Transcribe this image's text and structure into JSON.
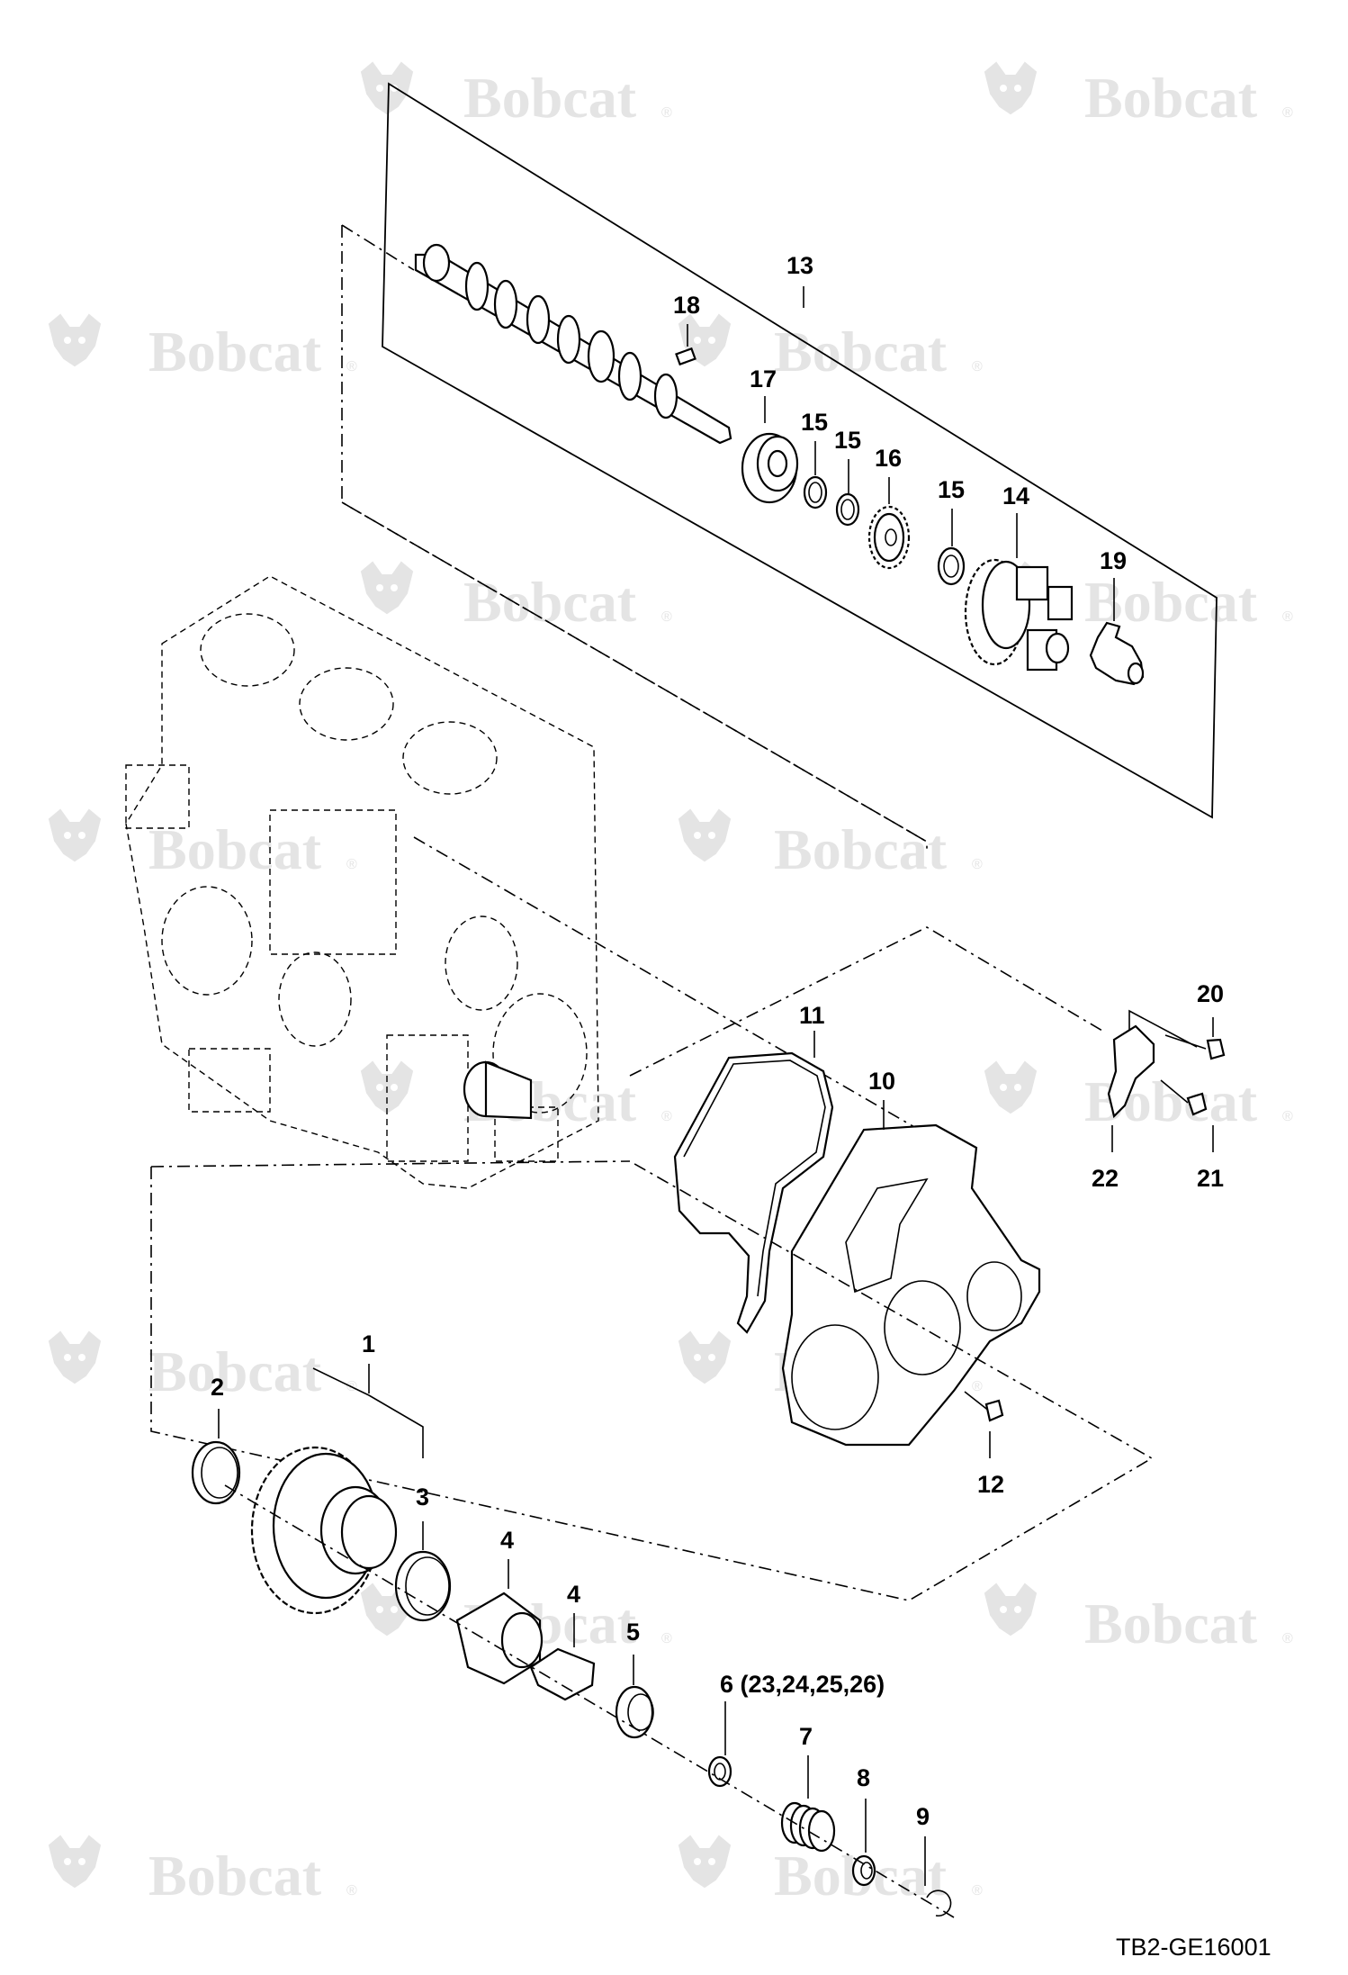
{
  "watermark": {
    "brand": "Bobcat",
    "mark": "®"
  },
  "figure_id": "TB2-GE16001",
  "callouts": {
    "c1": "1",
    "c2": "2",
    "c3": "3",
    "c4a": "4",
    "c4b": "4",
    "c5": "5",
    "c6": "6 (23,24,25,26)",
    "c7": "7",
    "c8": "8",
    "c9": "9",
    "c10": "10",
    "c11": "11",
    "c12": "12",
    "c13": "13",
    "c14": "14",
    "c15a": "15",
    "c15b": "15",
    "c15c": "15",
    "c16": "16",
    "c17": "17",
    "c18": "18",
    "c19": "19",
    "c20": "20",
    "c21": "21",
    "c22": "22"
  }
}
